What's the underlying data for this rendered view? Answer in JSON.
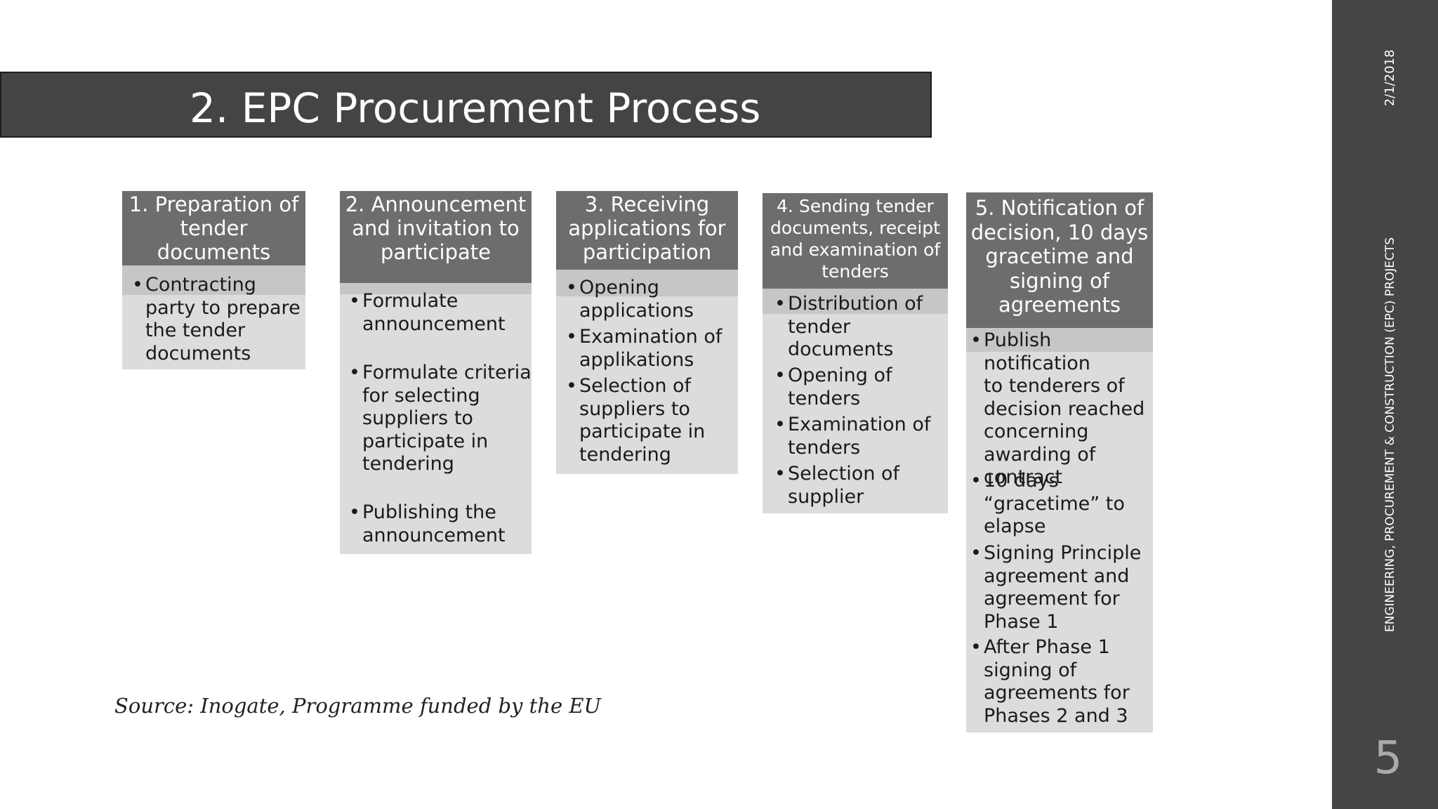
{
  "slide": {
    "title": "2. EPC Procurement Process",
    "source": "Source: Inogate, Programme funded by the EU",
    "date": "2/1/2018",
    "footer_title": "ENGINEERING, PROCUREMENT & CONSTRUCTION (EPC) PROJECTS",
    "number": "5"
  },
  "steps": [
    {
      "heading": [
        "1. Preparation of",
        "tender",
        "documents"
      ],
      "bullets": [
        [
          "Contracting",
          "party to prepare",
          "the tender",
          "documents"
        ]
      ]
    },
    {
      "heading": [
        "2. Announcement",
        "and invitation to",
        "participate"
      ],
      "bullets": [
        [
          "Formulate",
          "announcement"
        ],
        [
          "Formulate criteria",
          "for selecting",
          "suppliers to",
          "participate in",
          "tendering"
        ],
        [
          "Publishing the",
          "announcement"
        ]
      ]
    },
    {
      "heading": [
        "3. Receiving",
        "applications for",
        "participation"
      ],
      "bullets": [
        [
          "Opening",
          "applications"
        ],
        [
          "Examination of",
          "applikations"
        ],
        [
          "Selection of",
          "suppliers to",
          "participate in",
          "tendering"
        ]
      ]
    },
    {
      "heading": [
        "4. Sending tender",
        "documents, receipt",
        "and examination of",
        "tenders"
      ],
      "bullets": [
        [
          "Distribution of",
          "tender",
          "documents"
        ],
        [
          "Opening of",
          "tenders"
        ],
        [
          "Examination of",
          "tenders"
        ],
        [
          "Selection of",
          "supplier"
        ]
      ]
    },
    {
      "heading": [
        "5. Notification of",
        "decision, 10 days",
        "gracetime and",
        "signing of",
        "agreements"
      ],
      "bullets": [
        [
          "Publish notification",
          "to tenderers of",
          "decision reached",
          "concerning",
          "awarding of",
          "contract"
        ],
        [
          "10 days",
          "“gracetime” to",
          "elapse"
        ],
        [
          "Signing Principle",
          "agreement and",
          "agreement for",
          "Phase 1"
        ],
        [
          "After Phase 1",
          "signing of",
          "agreements for",
          "Phases 2 and 3"
        ]
      ]
    }
  ]
}
